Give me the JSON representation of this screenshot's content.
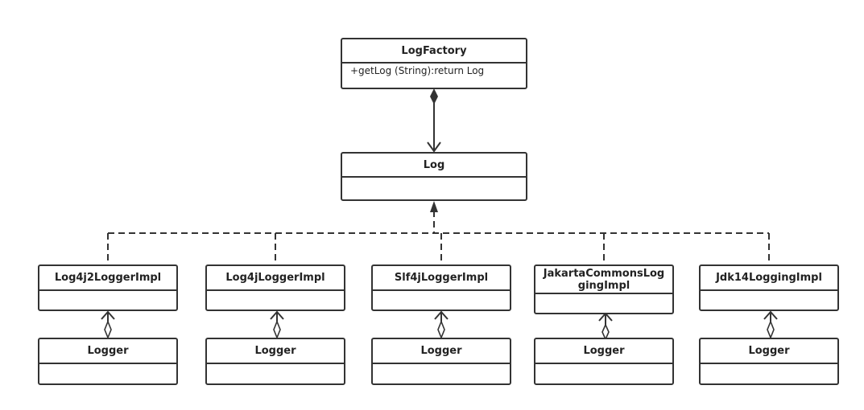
{
  "diagram": {
    "log_factory": {
      "name": "LogFactory",
      "operations": [
        "+getLog (String):return Log"
      ]
    },
    "log": {
      "name": "Log"
    },
    "implementations": [
      {
        "name": "Log4j2LoggerImpl",
        "logger": "Logger"
      },
      {
        "name": "Log4jLoggerImpl",
        "logger": "Logger"
      },
      {
        "name": "Slf4jLoggerImpl",
        "logger": "Logger"
      },
      {
        "name_lines": [
          "JakartaCommonsLog",
          "gingImpl"
        ],
        "logger": "Logger"
      },
      {
        "name": "Jdk14LoggingImpl",
        "logger": "Logger"
      }
    ]
  }
}
